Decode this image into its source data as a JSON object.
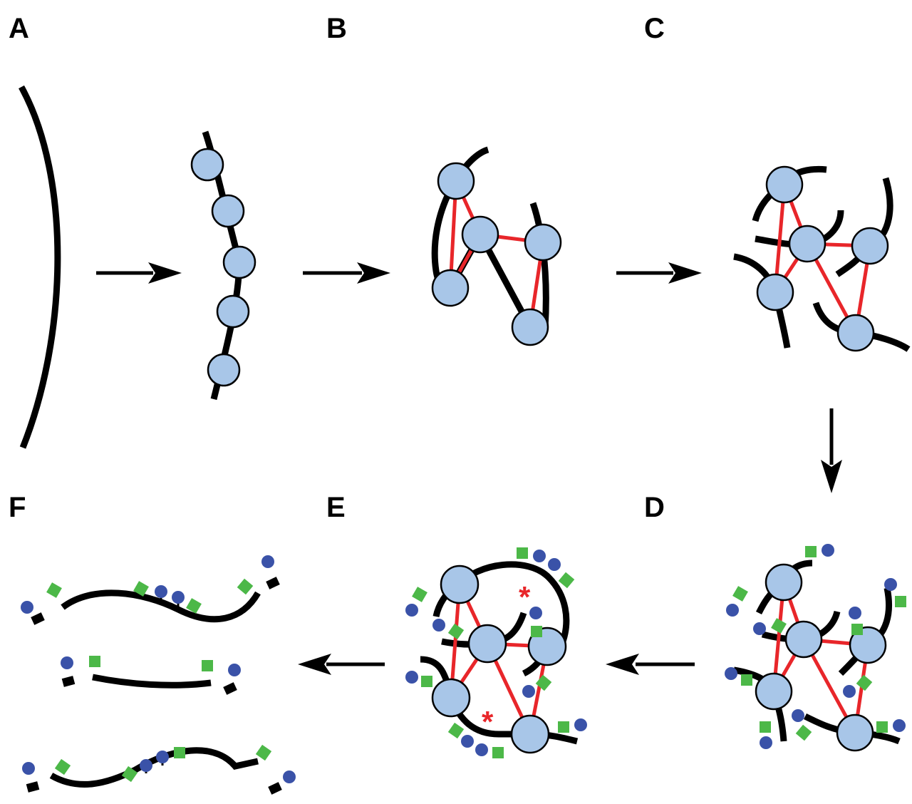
{
  "panels": {
    "a": "A",
    "b": "B",
    "c": "C",
    "d": "D",
    "e": "E",
    "f": "F"
  },
  "markers": {
    "asterisk": "*"
  },
  "colors": {
    "bead": "#a8c6e8",
    "crosslink": "#e8262a",
    "blue_group": "#3a52a8",
    "green_group": "#4cb848"
  }
}
